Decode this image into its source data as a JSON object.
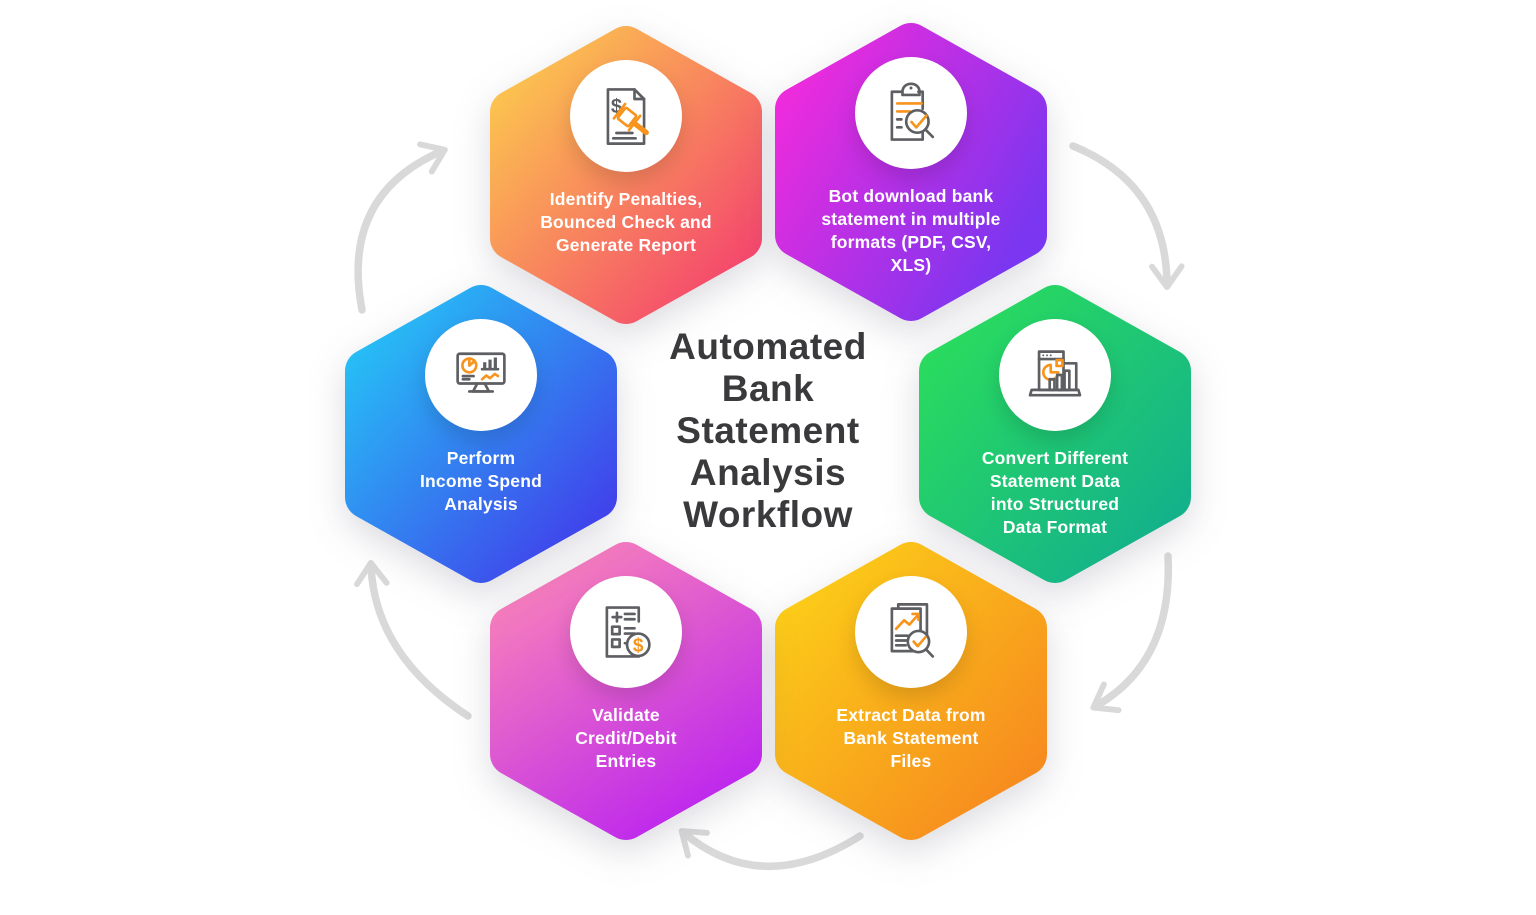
{
  "background": "#FFFFFF",
  "title": {
    "text": "Automated\nBank\nStatement\nAnalysis\nWorkflow",
    "color": "#3A3A3C"
  },
  "steps": [
    {
      "name": "identify-penalties",
      "label": "Identify Penalties,\nBounced Check and\nGenerate Report",
      "icon": "gavel-document-icon",
      "gradient": [
        "#FCCB4D",
        "#F43F6F"
      ]
    },
    {
      "name": "bot-download-statement",
      "label": "Bot download bank\nstatement in multiple\nformats (PDF, CSV,\nXLS)",
      "icon": "clipboard-search-icon",
      "gradient": [
        "#EE2BDC",
        "#7A36F0"
      ]
    },
    {
      "name": "convert-statement-data",
      "label": "Convert Different\nStatement Data\ninto Structured\nData Format",
      "icon": "laptop-chart-icon",
      "gradient": [
        "#2BDE5B",
        "#12AE8E"
      ]
    },
    {
      "name": "extract-data",
      "label": "Extract Data from\nBank Statement\nFiles",
      "icon": "document-search-icon",
      "gradient": [
        "#FCD018",
        "#F6861F"
      ]
    },
    {
      "name": "validate-entries",
      "label": "Validate\nCredit/Debit\nEntries",
      "icon": "checklist-dollar-icon",
      "gradient": [
        "#F780BB",
        "#BE29EC"
      ]
    },
    {
      "name": "perform-analysis",
      "label": "Perform\nIncome Spend\nAnalysis",
      "icon": "monitor-analytics-icon",
      "gradient": [
        "#25C6F6",
        "#4239EA"
      ]
    }
  ],
  "arrows": {
    "color": "#D9D9D9",
    "direction": "clockwise",
    "count": 5
  },
  "icon_style": {
    "stroke": "#5E5F63",
    "accent": "#F7941D"
  }
}
